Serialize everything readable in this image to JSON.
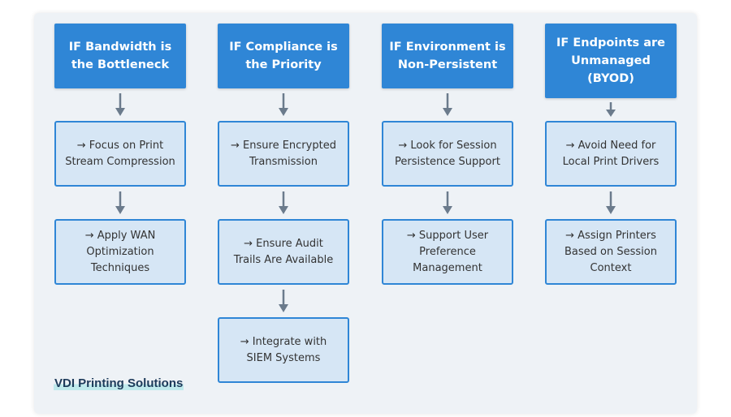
{
  "title": "VDI Printing Solutions",
  "columns": [
    {
      "header": [
        "IF Bandwidth is",
        "the Bottleneck"
      ],
      "steps": [
        [
          "→ Focus on Print",
          "Stream Compression"
        ],
        [
          "→ Apply WAN",
          "Optimization",
          "Techniques"
        ]
      ]
    },
    {
      "header": [
        "IF Compliance is",
        "the Priority"
      ],
      "steps": [
        [
          "→ Ensure Encrypted",
          "Transmission"
        ],
        [
          "→ Ensure Audit",
          "Trails Are Available"
        ],
        [
          "→ Integrate with",
          "SIEM Systems"
        ]
      ]
    },
    {
      "header": [
        "IF Environment is",
        "Non-Persistent"
      ],
      "steps": [
        [
          "→ Look for Session",
          "Persistence Support"
        ],
        [
          "→ Support User",
          "Preference",
          "Management"
        ]
      ]
    },
    {
      "header": [
        "IF Endpoints are",
        "Unmanaged",
        "(BYOD)"
      ],
      "steps": [
        [
          "→ Avoid Need for",
          "Local Print Drivers"
        ],
        [
          "→ Assign Printers",
          "Based on Session",
          "Context"
        ]
      ]
    }
  ],
  "colors": {
    "header_bg": "#2f86d6",
    "box_bg": "#d6e6f5",
    "box_border": "#2f86d6",
    "arrow": "#6b7b8c",
    "panel_bg": "#eef2f6"
  }
}
